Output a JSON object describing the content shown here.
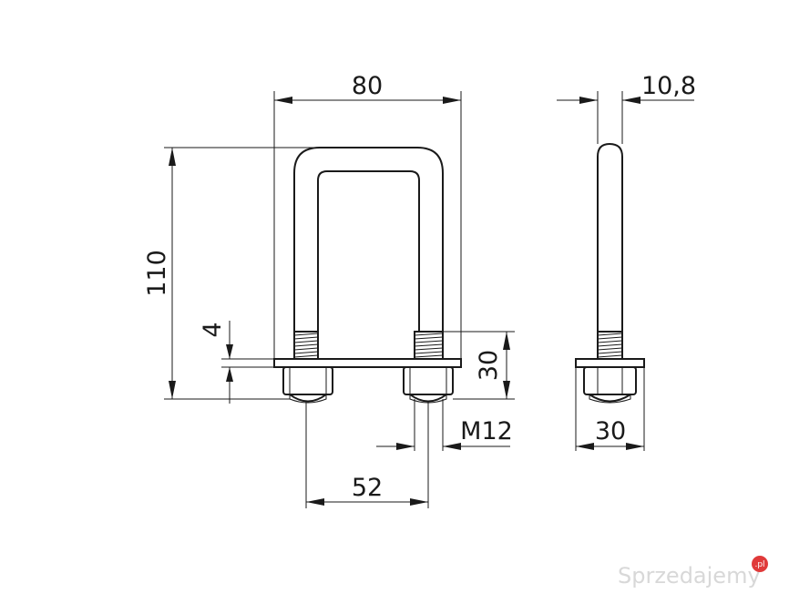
{
  "dimensions": {
    "width_80": "80",
    "thickness_10_8": "10,8",
    "height_110": "110",
    "plate_4": "4",
    "plate_30_right": "30",
    "thread_m12": "M12",
    "spacing_52": "52",
    "side_width_30": "30"
  },
  "watermark": {
    "brand": "Sprzedajemy",
    "badge": ".pl"
  }
}
